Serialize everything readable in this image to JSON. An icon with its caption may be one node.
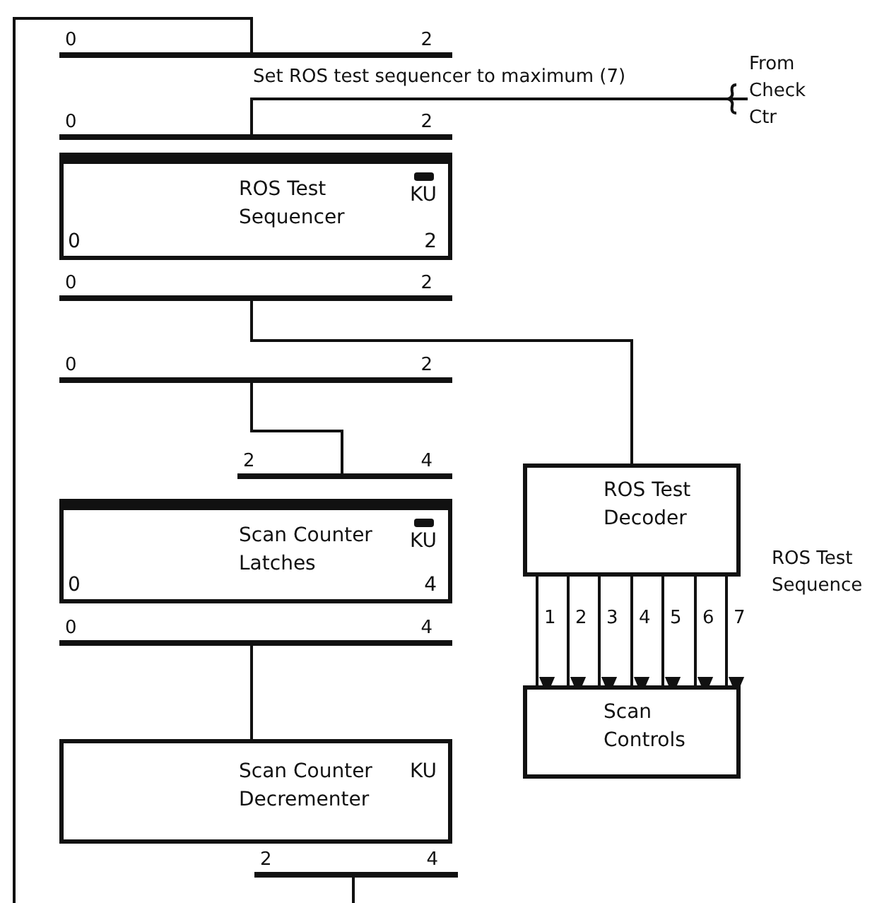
{
  "diagram": {
    "nodes": [
      {
        "text": [
          "0",
          "2"
        ]
      },
      {
        "text": [
          "0",
          "2"
        ]
      },
      {
        "text": [
          "ROS Test Sequencer",
          "KU",
          "0",
          "2"
        ]
      },
      {
        "text": [
          "0",
          "2"
        ]
      },
      {
        "text": [
          "0",
          "2"
        ]
      },
      {
        "text": [
          "2",
          "4"
        ]
      },
      {
        "text": [
          "Scan Counter Latches",
          "KU",
          "0",
          "4"
        ]
      },
      {
        "text": [
          "0",
          "4"
        ]
      },
      {
        "text": [
          "Scan Counter Decrementer",
          "KU"
        ]
      },
      {
        "text": [
          "2",
          "4"
        ]
      },
      {
        "text": [
          "ROS Test Decoder"
        ]
      },
      {
        "text": [
          "Scan Controls"
        ]
      },
      {
        "text": [
          "From Check Ctr"
        ]
      }
    ],
    "edges": [
      {
        "from": null,
        "to": 0,
        "arrow": "none"
      },
      {
        "from": 9,
        "to": null,
        "arrow": "none"
      },
      {
        "from": 12,
        "to": 1,
        "arrow": "none",
        "label": "Set ROS test sequencer to maximum (7)"
      },
      {
        "from": 3,
        "to": 10,
        "arrow": "none"
      },
      {
        "from": 4,
        "to": 5,
        "arrow": "none"
      },
      {
        "from": 7,
        "to": 8,
        "arrow": "none"
      },
      {
        "from": 10,
        "to": 11,
        "arrow": "to",
        "label": "1"
      },
      {
        "from": 10,
        "to": 11,
        "arrow": "to",
        "label": "2"
      },
      {
        "from": 10,
        "to": 11,
        "arrow": "to",
        "label": "3"
      },
      {
        "from": 10,
        "to": 11,
        "arrow": "to",
        "label": "4"
      },
      {
        "from": 10,
        "to": 11,
        "arrow": "to",
        "label": "5"
      },
      {
        "from": 10,
        "to": 11,
        "arrow": "to",
        "label": "6"
      },
      {
        "from": 10,
        "to": 11,
        "arrow": "to",
        "label": "7"
      }
    ],
    "labels": [
      "ROS Test Sequence"
    ]
  }
}
